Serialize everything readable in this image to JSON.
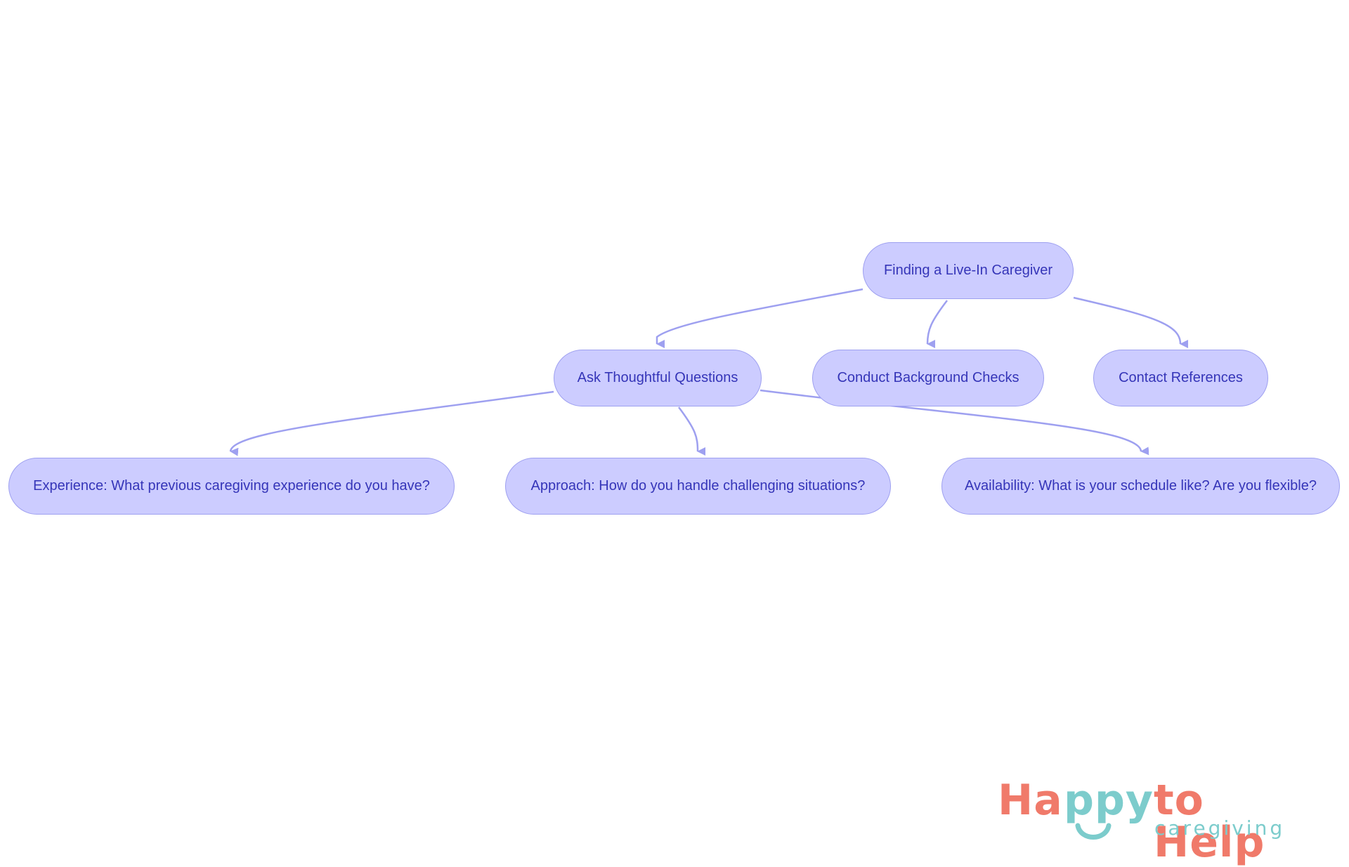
{
  "diagram": {
    "nodes": {
      "root": "Finding a Live-In Caregiver",
      "questions": "Ask Thoughtful Questions",
      "background": "Conduct Background Checks",
      "references": "Contact References",
      "experience": "Experience: What previous caregiving experience do you have?",
      "approach": "Approach: How do you handle challenging situations?",
      "availability": "Availability: What is your schedule like? Are you flexible?"
    },
    "edges": [
      {
        "from": "root",
        "to": "questions"
      },
      {
        "from": "root",
        "to": "background"
      },
      {
        "from": "root",
        "to": "references"
      },
      {
        "from": "questions",
        "to": "experience"
      },
      {
        "from": "questions",
        "to": "approach"
      },
      {
        "from": "questions",
        "to": "availability"
      }
    ]
  },
  "logo": {
    "word_part_1": "Ha",
    "word_part_2": "ppy",
    "word_part_3": "to Help",
    "subtitle": "caregiving",
    "colors": {
      "coral": "#f07a6a",
      "teal": "#7ccccc"
    }
  },
  "colors": {
    "node_fill": "#ccccff",
    "node_border": "#9ea0f0",
    "node_text": "#3535b8",
    "edge": "#9ea0f0"
  }
}
